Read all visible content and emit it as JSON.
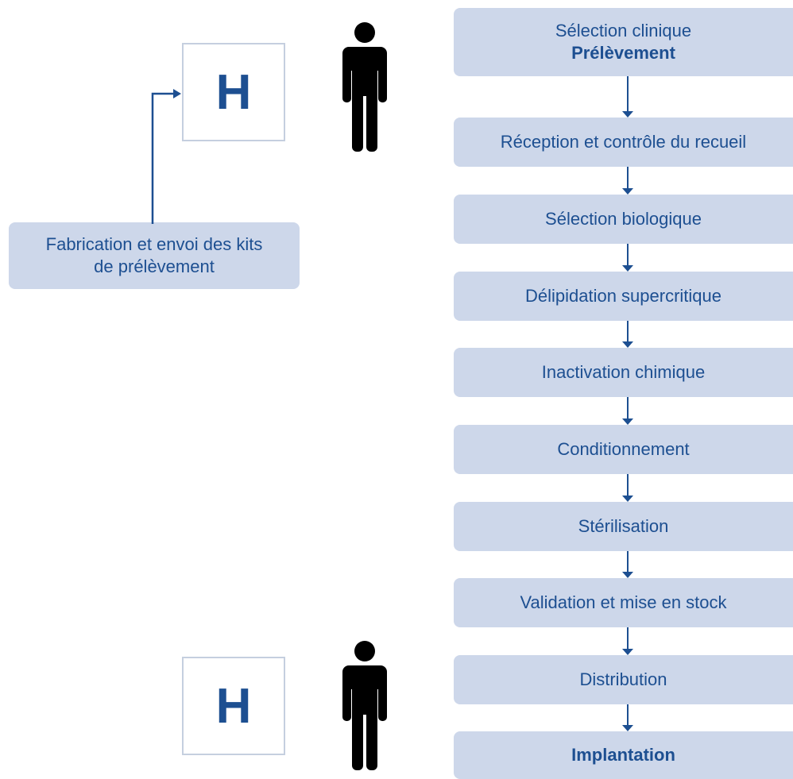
{
  "colors": {
    "box_fill": "#cdd7ea",
    "text": "#1d4f91",
    "arrow": "#1d4f91",
    "hospital_border": "#c5cfdf",
    "person": "#000000"
  },
  "hospital": {
    "letter": "H",
    "icon": "hospital-icon"
  },
  "person_icon": "person-icon",
  "kit": {
    "line1": "Fabrication et envoi des kits",
    "line2": "de prélèvement"
  },
  "steps": [
    {
      "line1": "Sélection clinique",
      "line2": "Prélèvement"
    },
    {
      "label": "Réception et contrôle du recueil"
    },
    {
      "label": "Sélection biologique"
    },
    {
      "label": "Délipidation supercritique"
    },
    {
      "label": "Inactivation chimique"
    },
    {
      "label": "Conditionnement"
    },
    {
      "label": "Stérilisation"
    },
    {
      "label": "Validation et mise en stock"
    },
    {
      "label": "Distribution"
    },
    {
      "label": "Implantation"
    }
  ]
}
